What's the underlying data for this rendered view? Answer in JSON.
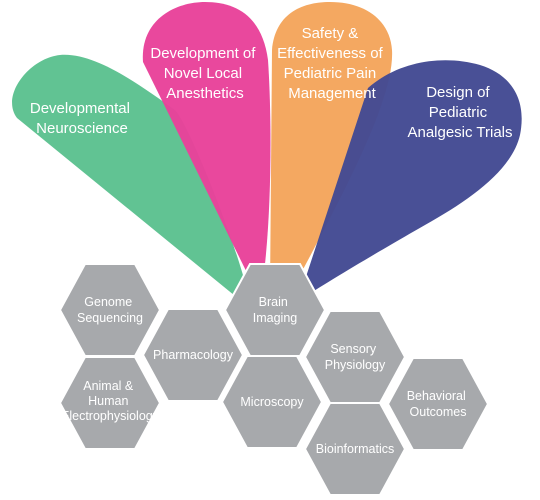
{
  "petals": [
    {
      "id": "developmental-neuroscience",
      "lines": [
        "Developmental",
        "Neuroscience"
      ],
      "color": "#5cc18f"
    },
    {
      "id": "novel-local-anesthetics",
      "lines": [
        "Development of",
        "Novel Local",
        "Anesthetics"
      ],
      "color": "#e8429a"
    },
    {
      "id": "pediatric-pain-management",
      "lines": [
        "Safety &",
        "Effectiveness of",
        "Pediatric Pain",
        "Management"
      ],
      "color": "#f4a55c"
    },
    {
      "id": "pediatric-analgesic-trials",
      "lines": [
        "Design of",
        "Pediatric",
        "Analgesic Trials"
      ],
      "color": "#434a93"
    }
  ],
  "hexagons": [
    {
      "id": "genome-sequencing",
      "lines": [
        "Genome",
        "Sequencing"
      ]
    },
    {
      "id": "pharmacology",
      "lines": [
        "Pharmacology"
      ]
    },
    {
      "id": "brain-imaging",
      "lines": [
        "Brain",
        "Imaging"
      ]
    },
    {
      "id": "sensory-physiology",
      "lines": [
        "Sensory",
        "Physiology"
      ]
    },
    {
      "id": "animal-human-electrophysiology",
      "lines": [
        "Animal &",
        "Human",
        "Electrophysiology"
      ]
    },
    {
      "id": "microscopy",
      "lines": [
        "Microscopy"
      ]
    },
    {
      "id": "behavioral-outcomes",
      "lines": [
        "Behavioral",
        "Outcomes"
      ]
    },
    {
      "id": "bioinformatics",
      "lines": [
        "Bioinformatics"
      ]
    }
  ],
  "hex_color": "#a7a9ac"
}
